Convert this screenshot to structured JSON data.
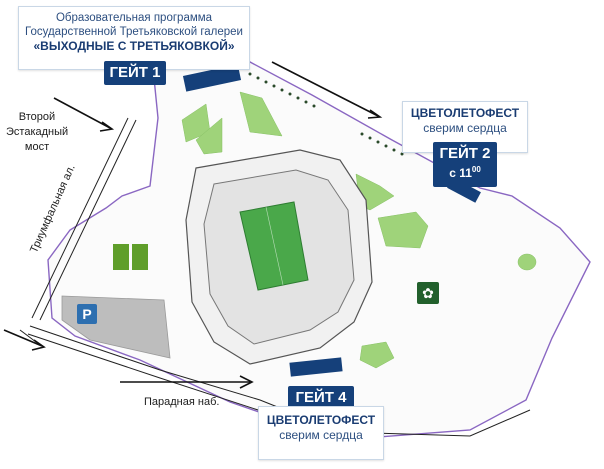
{
  "gate1": {
    "label": "ГЕЙТ 1",
    "info_line1": "Образовательная программа",
    "info_line2": "Государственной Третьяковской галереи",
    "info_line3": "«ВЫХОДНЫЕ С ТРЕТЬЯКОВКОЙ»"
  },
  "gate2": {
    "label": "ГЕЙТ 2",
    "time_prefix": "с 11",
    "time_minutes": "00",
    "info_title": "ЦВЕТОЛЕТОФЕСТ",
    "info_subtitle": "сверим сердца"
  },
  "gate4": {
    "label": "ГЕЙТ 4",
    "info_title": "ЦВЕТОЛЕТОФЕСТ",
    "info_subtitle": "сверим сердца"
  },
  "streets": {
    "overpass": "Второй Эстакадный мост",
    "triumph": "Триумфальная ал.",
    "embankment": "Парадная наб."
  },
  "icons": {
    "parking": "P",
    "flower": "✿"
  },
  "colors": {
    "gate_blue": "#15407a",
    "lawn_green": "#9fd37a",
    "pitch_green": "#4aa84a",
    "parking_gray": "#bdbdbd",
    "boundary_purple": "#7b5fb4"
  }
}
